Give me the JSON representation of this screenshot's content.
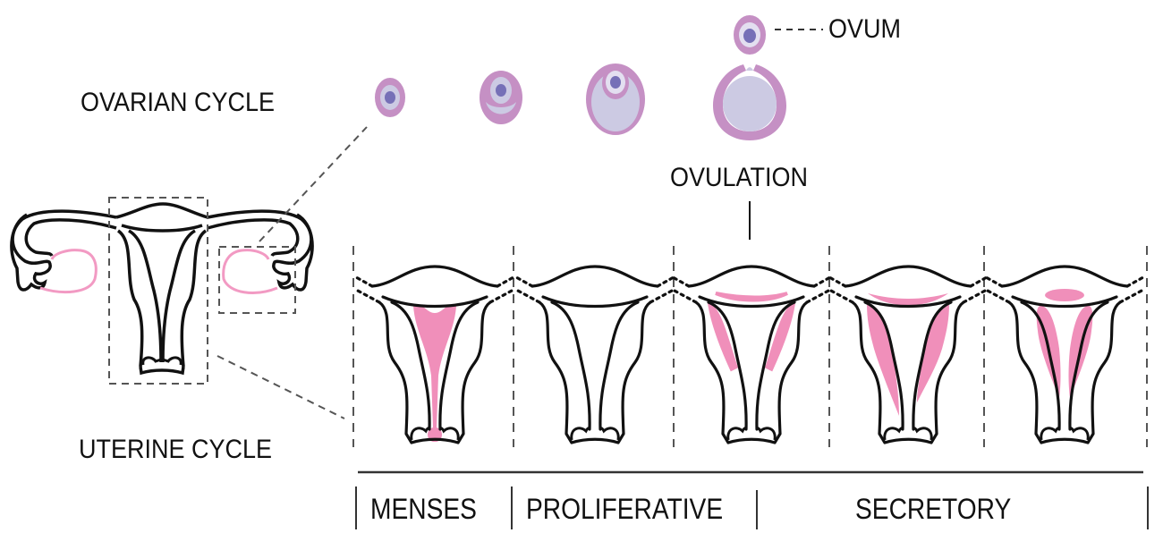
{
  "title": "Ovarian and Uterine Cycle",
  "labels": {
    "ovarian_cycle": "OVARIAN CYCLE",
    "uterine_cycle": "UTERINE CYCLE",
    "ovum": "OVUM",
    "ovulation": "OVULATION"
  },
  "phases": [
    {
      "name": "MENSES"
    },
    {
      "name": "PROLIFERATIVE"
    },
    {
      "name": "SECRETORY"
    }
  ],
  "ovarian_stages": [
    {
      "stage": "primary follicle"
    },
    {
      "stage": "secondary follicle"
    },
    {
      "stage": "mature follicle"
    },
    {
      "stage": "ruptured follicle"
    }
  ],
  "uterine_stages": [
    {
      "stage": "menses",
      "lining": "shedding"
    },
    {
      "stage": "proliferative",
      "lining": "none"
    },
    {
      "stage": "early secretory",
      "lining": "thin"
    },
    {
      "stage": "mid secretory",
      "lining": "thick"
    },
    {
      "stage": "late secretory",
      "lining": "separated"
    }
  ],
  "colors": {
    "follicle_outer": "#c590c4",
    "follicle_inner": "#cccae3",
    "ovum_ring": "#e3dff0",
    "nucleus": "#7670b7",
    "endometrium": "#f08fba",
    "ovary_outline": "#f29ac3",
    "stroke": "#111111",
    "dashed": "#555555"
  }
}
